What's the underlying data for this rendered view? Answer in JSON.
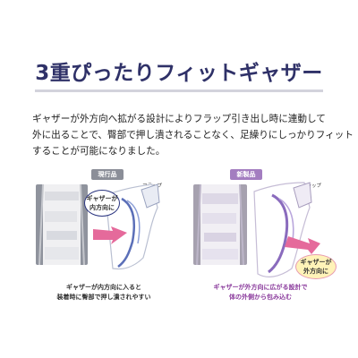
{
  "header": {
    "title": "3重ぴったりフィットギャザー"
  },
  "description": {
    "lines": [
      "ギャザーが外方向へ拡がる設計によりフラップ引き出し時に連動して",
      "外に出ることで、臀部で押し潰されることなく、足繰りにしっかりフィット",
      "することが可能になりました。"
    ]
  },
  "panels": {
    "current": {
      "label": "現行品",
      "flap_label": "フラップ",
      "bubble": [
        "ギャザーが",
        "内方向に"
      ],
      "caption": [
        "ギャザーが内方向に入ると",
        "装着時に臀部で押し潰されやすい"
      ]
    },
    "new": {
      "label": "新製品",
      "flap_label": "フラップ",
      "bubble": [
        "ギャザーが",
        "外方向に"
      ],
      "caption": [
        "ギャザーが外方向に広がる設計で",
        "体の外側から包み込む"
      ]
    }
  },
  "colors": {
    "title": "#2f3168",
    "current_label_bg": "#8b8e98",
    "new_label_bg": "#a37dc0",
    "arrow": "#e56a9b",
    "new_caption": "#8a3a9c"
  }
}
